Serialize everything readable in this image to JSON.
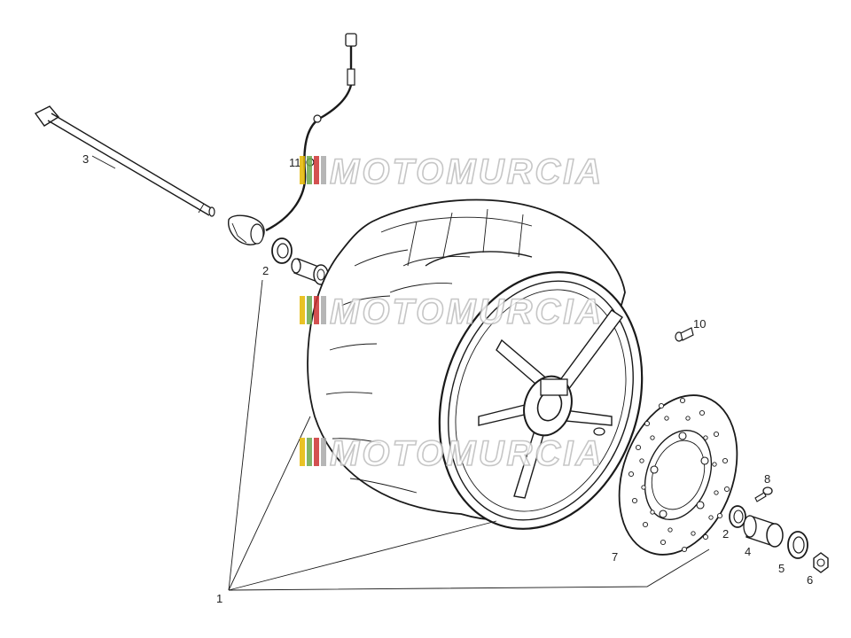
{
  "watermark": {
    "text": "MOTOMURCIA",
    "colors": [
      "#e6b800",
      "#6aa84f",
      "#cc3333",
      "#aaaaaa"
    ]
  },
  "labels": {
    "l1": "1",
    "l2a": "2",
    "l2b": "2",
    "l3": "3",
    "l4": "4",
    "l5": "5",
    "l6": "6",
    "l7": "7",
    "l8": "8",
    "l10": "10",
    "l11": "11"
  }
}
